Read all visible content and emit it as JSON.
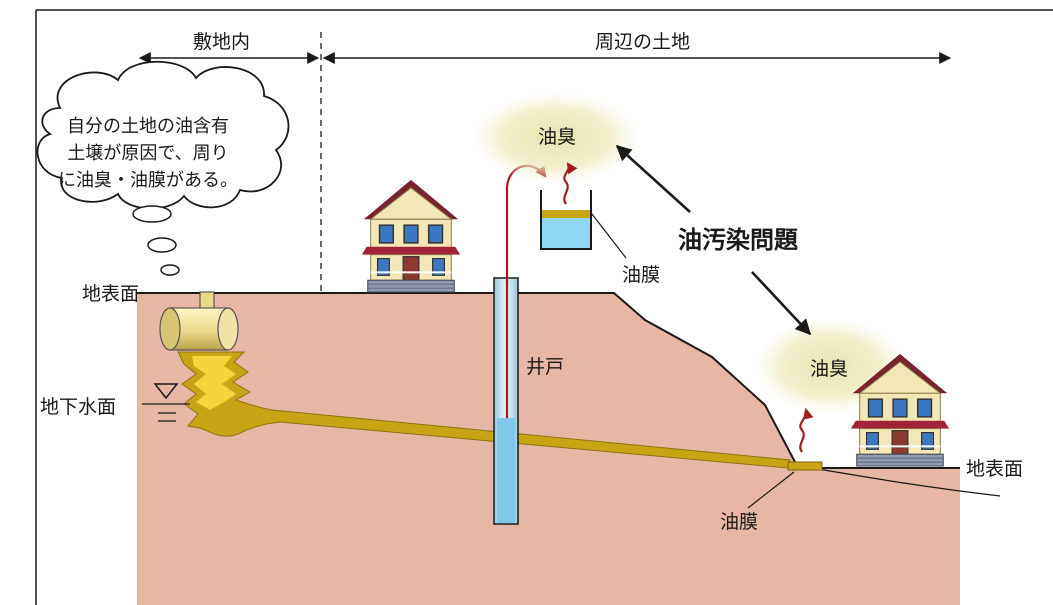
{
  "zones": {
    "onsite": "敷地内",
    "surrounding": "周辺の土地"
  },
  "thought_bubble": {
    "lines": [
      "自分の土地の油含有",
      "土壌が原因で、周り",
      "に油臭・油膜がある。"
    ]
  },
  "labels": {
    "ground_surface_left": "地表面",
    "ground_surface_right": "地表面",
    "groundwater_level": "地下水面",
    "well": "井戸",
    "oil_film_container": "油膜",
    "oil_film_bottom": "油膜",
    "oil_odor_top": "油臭",
    "oil_odor_right": "油臭",
    "oil_pollution_problem": "油汚染問題"
  },
  "colors": {
    "soil": "#E6B7A4",
    "oil": "#C9A516",
    "oil_glow": "#F2D63C",
    "water": "#8ED7F2",
    "odor_haze": "#EAE4B4",
    "odor_arrow": "#A11D1D",
    "house_wall": "#F3E7B8",
    "house_roof_trim": "#A3223A",
    "window": "#3C78C0"
  }
}
